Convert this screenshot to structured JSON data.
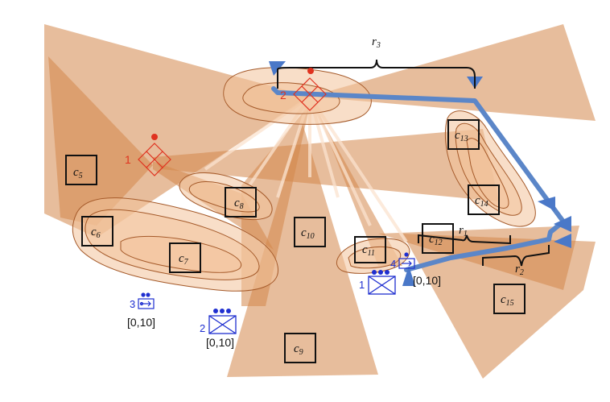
{
  "colors": {
    "fov_fill": "#d4864a",
    "contour_fill": "#f2c39a",
    "contour_stroke": "#a55a2a",
    "path_blue": "#5b86c8",
    "marker_blue": "#4a78c8",
    "robot_blue": "#1f2fd0",
    "sensor_red": "#e0321f",
    "box_stroke": "#111111"
  },
  "cells": [
    {
      "letter": "c",
      "index": "5"
    },
    {
      "letter": "c",
      "index": "6"
    },
    {
      "letter": "c",
      "index": "7"
    },
    {
      "letter": "c",
      "index": "8"
    },
    {
      "letter": "c",
      "index": "9"
    },
    {
      "letter": "c",
      "index": "10"
    },
    {
      "letter": "c",
      "index": "11"
    },
    {
      "letter": "c",
      "index": "12"
    },
    {
      "letter": "c",
      "index": "13"
    },
    {
      "letter": "c",
      "index": "14"
    },
    {
      "letter": "c",
      "index": "15"
    }
  ],
  "ranges": {
    "r1": {
      "letter": "r",
      "index": "1"
    },
    "r2": {
      "letter": "r",
      "index": "2"
    },
    "r3": {
      "letter": "r",
      "index": "3"
    }
  },
  "sensors": [
    {
      "number": "1",
      "icon": "diamond-sensor-icon"
    },
    {
      "number": "2",
      "icon": "diamond-sensor-icon"
    }
  ],
  "robots": [
    {
      "number": "1",
      "icon": "crossed-box-robot-icon"
    },
    {
      "number": "2",
      "icon": "crossed-box-robot-icon"
    },
    {
      "number": "3",
      "icon": "arrow-box-robot-icon"
    },
    {
      "number": "4",
      "icon": "arrow-box-robot-icon"
    }
  ],
  "intervals": [
    "[0,10]",
    "[0,10]",
    "[0,10]"
  ]
}
